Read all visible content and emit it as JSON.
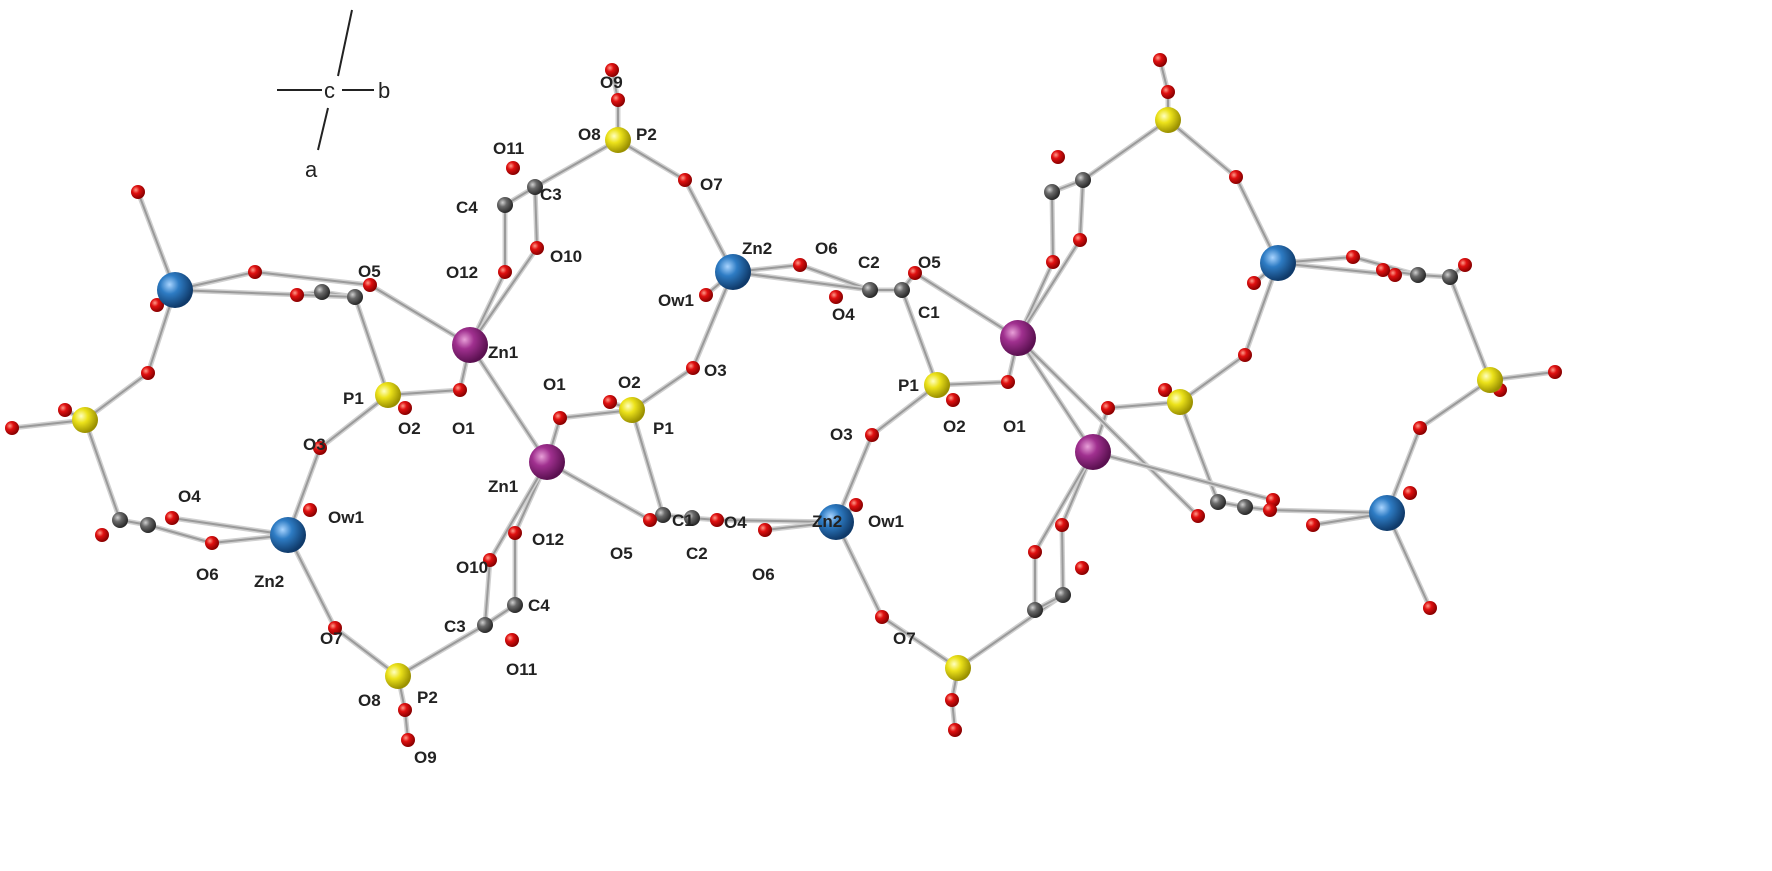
{
  "axes": {
    "c": "c",
    "b": "b",
    "a": "a"
  },
  "colors": {
    "O": "#e01010",
    "Zn1": "#a0308f",
    "Zn2": "#2e7cc4",
    "P": "#ece21a",
    "C": "#6a6a6a"
  },
  "labels": [
    "O9",
    "O8",
    "P2",
    "O11",
    "C3",
    "O7",
    "C4",
    "O10",
    "O12",
    "O5",
    "Zn2",
    "O6",
    "C2",
    "O5",
    "Ow1",
    "O4",
    "C1",
    "Zn1",
    "O3",
    "P1",
    "O2",
    "O1",
    "O1",
    "O2",
    "P1",
    "P1",
    "O2",
    "O1",
    "O3",
    "O3",
    "Zn1",
    "C1",
    "O4",
    "Zn2",
    "Ow1",
    "O4",
    "Ow1",
    "O12",
    "O10",
    "O5",
    "C2",
    "O6",
    "O6",
    "Zn2",
    "C3",
    "C4",
    "O7",
    "O7",
    "O11",
    "P2",
    "O8",
    "O9"
  ]
}
